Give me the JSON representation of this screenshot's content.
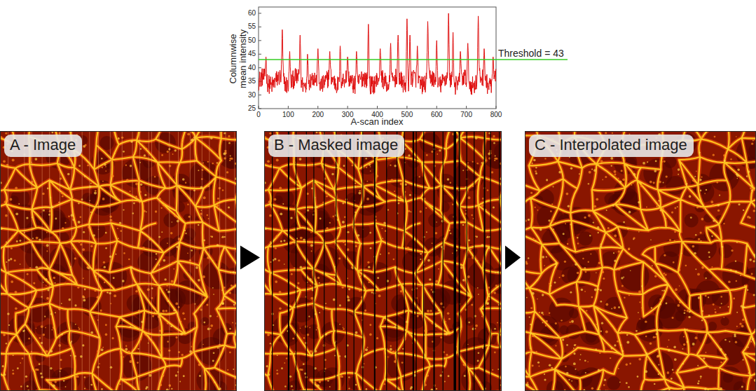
{
  "diagram": {
    "nodes": [
      {
        "text": [
          "A - Image"
        ]
      },
      {
        "text": [
          "B - Masked image"
        ]
      },
      {
        "text": [
          "C - Interpolated image"
        ]
      }
    ],
    "edges": [
      {
        "from": 0,
        "to": 1,
        "arrow": "to"
      },
      {
        "from": 1,
        "to": 2,
        "arrow": "to"
      }
    ],
    "labels": [
      "60",
      "55",
      "50",
      "45",
      "40",
      "35",
      "30",
      "25",
      "Columnwise mean intensity",
      "Threshold = 43",
      "0",
      "100",
      "200",
      "300",
      "400",
      "500",
      "600",
      "700",
      "800",
      "A-scan index"
    ]
  }
}
